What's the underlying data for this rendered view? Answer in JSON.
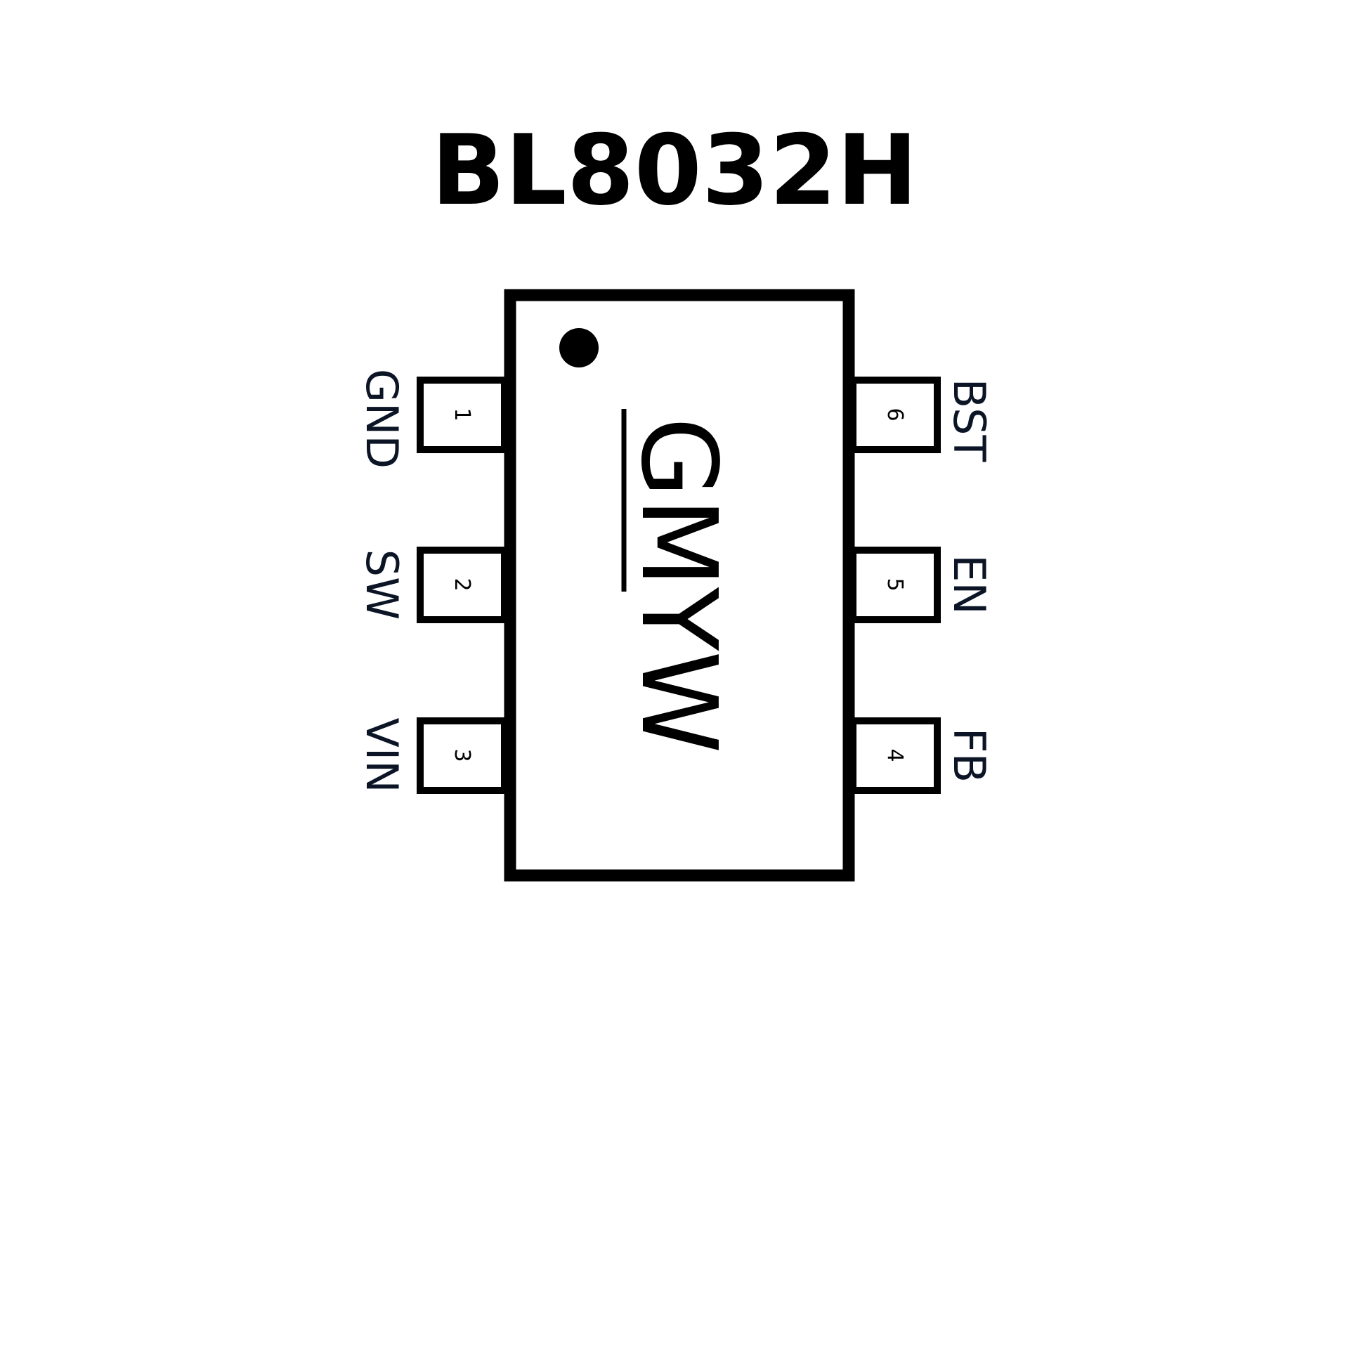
{
  "title": "BL8032H",
  "marking": "GMYW",
  "pins": [
    {
      "number": "1",
      "name": "GND"
    },
    {
      "number": "2",
      "name": "SW"
    },
    {
      "number": "3",
      "name": "VIN"
    },
    {
      "number": "4",
      "name": "FB"
    },
    {
      "number": "5",
      "name": "EN"
    },
    {
      "number": "6",
      "name": "BST"
    }
  ]
}
